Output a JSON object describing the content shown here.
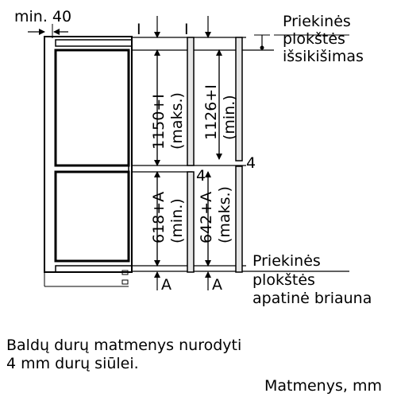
{
  "dimensions": {
    "min_gap": "min. 40",
    "top_mark_left": "I",
    "top_mark_right": "I",
    "upper_left": "1150+I",
    "upper_left_qual": "(maks.)",
    "upper_right": "1126+I",
    "upper_right_qual": "(min.)",
    "lower_left": "618+A",
    "lower_left_qual": "(min.)",
    "lower_right": "642+A",
    "lower_right_qual": "(maks.)",
    "gap_label_mid": "4",
    "gap_label_right": "4",
    "bottom_mark_left": "A",
    "bottom_mark_right": "A"
  },
  "labels": {
    "front_protrusion": [
      "Priekinės",
      "plokštės",
      "išsikišimas"
    ],
    "front_bottom_edge": [
      "Priekinės",
      "plokštės",
      "apatinė briauna"
    ]
  },
  "notes": {
    "door_note_line1": "Baldų durų matmenys nurodyti",
    "door_note_line2": "4 mm durų siūlei.",
    "units": "Matmenys, mm"
  }
}
